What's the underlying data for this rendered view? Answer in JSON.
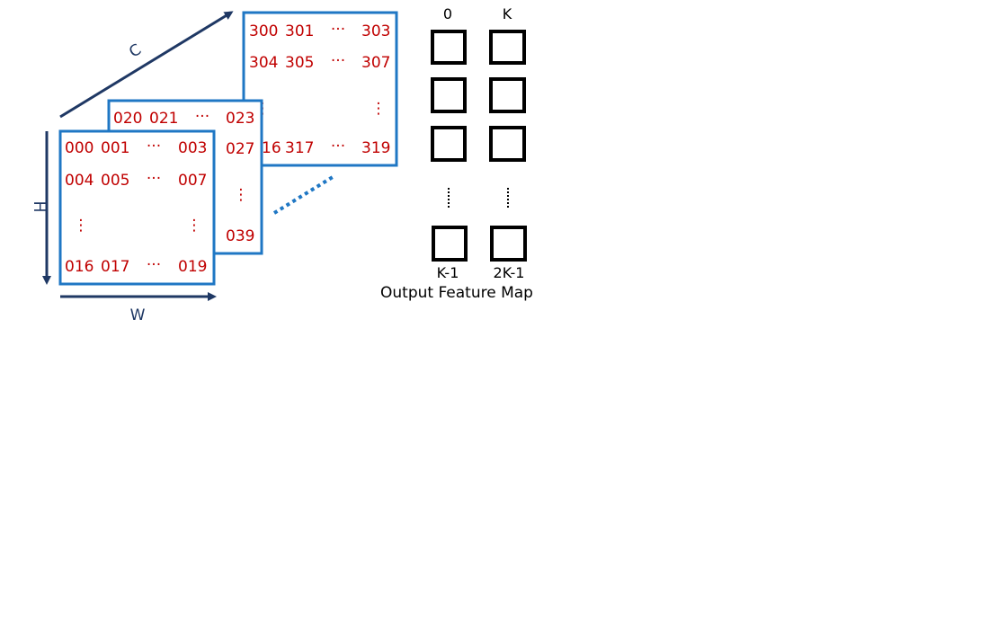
{
  "colors": {
    "frame": "#1f77c4",
    "axis": "#1f3864",
    "cell_text": "#c00000",
    "output_box": "#000000",
    "background": "#ffffff"
  },
  "axes": {
    "c": "C",
    "h": "H",
    "w": "W"
  },
  "channels": {
    "back": {
      "row1": [
        "300",
        "301",
        "···",
        "303"
      ],
      "row2": [
        "304",
        "305",
        "···",
        "307"
      ],
      "row3_vdots": [
        "⋮",
        "⋮"
      ],
      "row4": [
        "16",
        "317",
        "···",
        "319"
      ]
    },
    "middle": {
      "row1": [
        "020",
        "021",
        "···",
        "023"
      ],
      "right_col": [
        "027",
        "⋮",
        "039"
      ]
    },
    "front": {
      "row1": [
        "000",
        "001",
        "···",
        "003"
      ],
      "row2": [
        "004",
        "005",
        "···",
        "007"
      ],
      "row3_vdots": [
        "⋮",
        "⋮"
      ],
      "row4": [
        "016",
        "017",
        "···",
        "019"
      ]
    }
  },
  "output_feature_map": {
    "title": "Output Feature Map",
    "col1_top": "0",
    "col2_top": "K",
    "col1_bottom": "K-1",
    "col2_bottom": "2K-1"
  }
}
